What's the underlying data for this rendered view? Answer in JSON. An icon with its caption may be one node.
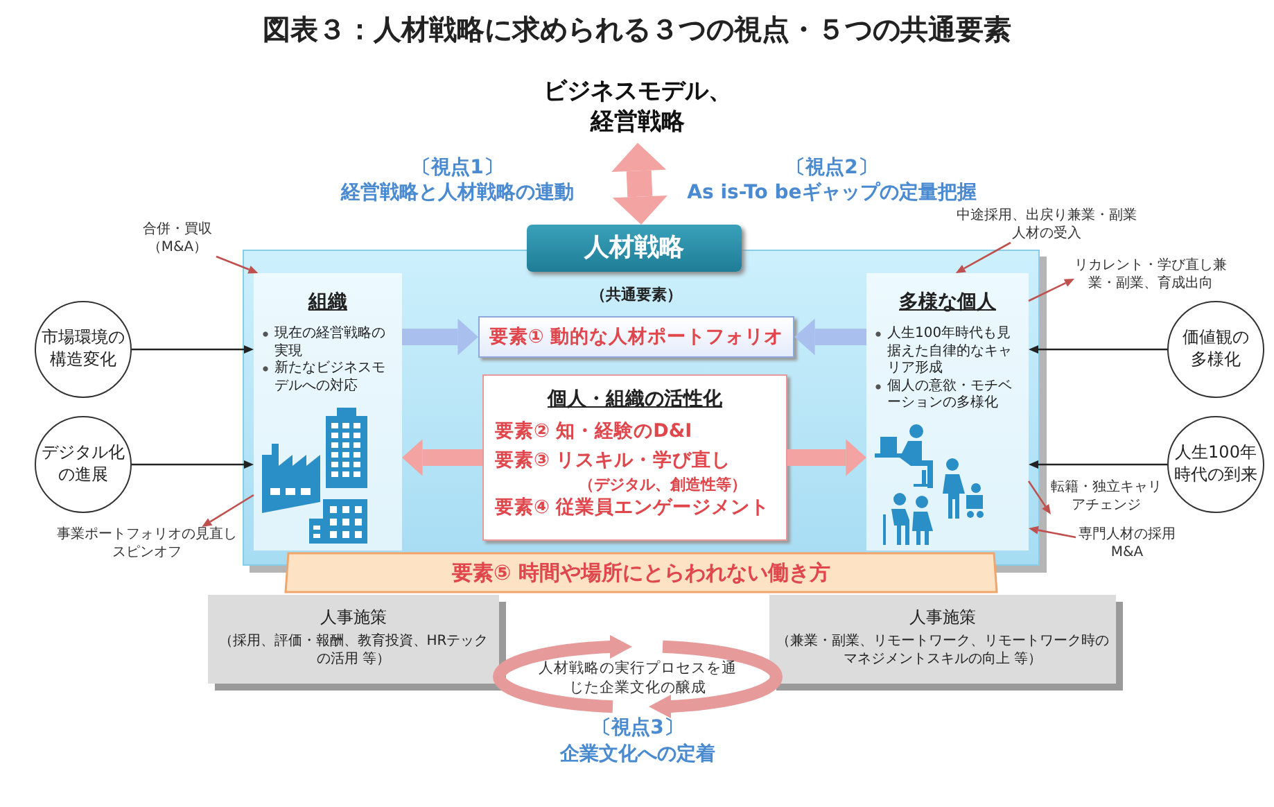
{
  "diagram": {
    "title": "図表３：人材戦略に求められる３つの視点・５つの共通要素",
    "nodes": [
      {
        "text": [
          "ビジネスモデル、経営戦略"
        ]
      },
      {
        "text": [
          "人材戦略"
        ]
      },
      {
        "text": [
          "組織",
          "現在の経営戦略の実現",
          "新たなビジネスモデルへの対応"
        ],
        "in": 1
      },
      {
        "text": [
          "要素① 動的な人材ポートフォリオ"
        ],
        "in": 1,
        "beside": [
          "（共通要素）"
        ]
      },
      {
        "text": [
          "個人・組織の活性化",
          "要素② 知・経験のD&I",
          "要素③ リスキル・学び直し",
          "（デジタル、創造性等）",
          "要素④ 従業員エンゲージメント"
        ],
        "in": 1
      },
      {
        "text": [
          "多様な個人",
          "人生100年時代も見据えた自律的なキャリア形成",
          "個人の意欲・モチベーションの多様化"
        ],
        "in": 1
      },
      {
        "text": [
          "市場環境の構造変化"
        ]
      },
      {
        "text": [
          "デジタル化の進展"
        ]
      },
      {
        "text": [
          "価値観の多様化"
        ]
      },
      {
        "text": [
          "人生100年時代の到来"
        ]
      },
      {
        "text": [
          "要素⑤ 時間や場所にとらわれない働き方"
        ]
      },
      {
        "text": [
          "人事施策",
          "（採用、評価・報酬、教育投資、HRテックの活用 等）"
        ]
      },
      {
        "text": [
          "人事施策",
          "（兼業・副業、リモートワーク、リモートワーク時のマネジメントスキルの向上 等）"
        ]
      },
      {
        "text": [
          "合併・買収（M&A）"
        ]
      },
      {
        "text": [
          "事業ポートフォリオの見直しスピンオフ"
        ]
      },
      {
        "text": [
          "中途採用、出戻り兼業・副業人材の受入"
        ]
      },
      {
        "text": [
          "リカレント・学び直し兼業・副業、育成出向"
        ]
      },
      {
        "text": [
          "転籍・独立キャリアチェンジ"
        ]
      },
      {
        "text": [
          "専門人材の採用M&A"
        ]
      }
    ],
    "edges": [
      {
        "from": 0,
        "to": 1,
        "arrow": "both",
        "style": "thick",
        "color": "#f4a3a3"
      },
      {
        "from": 6,
        "to": 2,
        "arrow": "to",
        "color": "#222222"
      },
      {
        "from": 7,
        "to": 2,
        "arrow": "to",
        "color": "#222222"
      },
      {
        "from": 8,
        "to": 5,
        "arrow": "to",
        "color": "#222222"
      },
      {
        "from": 9,
        "to": 5,
        "arrow": "to",
        "color": "#222222"
      },
      {
        "from": 2,
        "to": 3,
        "arrow": "to",
        "style": "thick",
        "color": "#a9bfee"
      },
      {
        "from": 5,
        "to": 3,
        "arrow": "to",
        "style": "thick",
        "color": "#a9bfee"
      },
      {
        "from": 4,
        "to": 2,
        "arrow": "to",
        "style": "thick",
        "color": "#f4a3a3"
      },
      {
        "from": 4,
        "to": 5,
        "arrow": "to",
        "style": "thick",
        "color": "#f4a3a3"
      },
      {
        "from": 13,
        "to": 2,
        "arrow": "to",
        "color": "#c0504d"
      },
      {
        "from": 2,
        "to": 14,
        "arrow": "to",
        "color": "#c0504d"
      },
      {
        "from": 15,
        "to": 5,
        "arrow": "to",
        "color": "#c0504d"
      },
      {
        "from": 5,
        "to": 16,
        "arrow": "to",
        "color": "#c0504d"
      },
      {
        "from": 5,
        "to": 17,
        "arrow": "to",
        "color": "#c0504d"
      },
      {
        "from": 18,
        "to": 5,
        "arrow": "to",
        "color": "#c0504d"
      }
    ],
    "labels": [
      "〔視点1〕",
      "経営戦略と人材戦略の連動",
      "〔視点2〕",
      "As is-To beギャップの定量把握",
      "人材戦略の実行プロセスを通じた企業文化の醸成",
      "〔視点3〕",
      "企業文化への定着"
    ]
  }
}
